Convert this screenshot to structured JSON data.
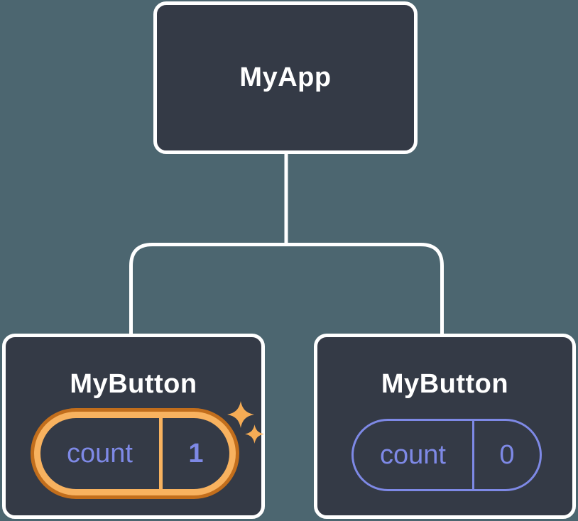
{
  "colors": {
    "background": "#4C6670",
    "node_fill": "#343A46",
    "node_border": "#FFFFFF",
    "connector": "#FFFFFF",
    "label_text": "#FFFFFF",
    "state_text": "#7E89E6",
    "state_border": "#7E89E6",
    "highlight_outer": "#C26E1C",
    "highlight_inner": "#F8B25F",
    "sparkle": "#F6AC55"
  },
  "icons": {
    "sparkle": "four-point-star"
  },
  "tree": {
    "root": {
      "label": "MyApp"
    },
    "children": [
      {
        "label": "MyButton",
        "state": {
          "name": "count",
          "value": "1",
          "highlighted": true
        }
      },
      {
        "label": "MyButton",
        "state": {
          "name": "count",
          "value": "0",
          "highlighted": false
        }
      }
    ]
  }
}
